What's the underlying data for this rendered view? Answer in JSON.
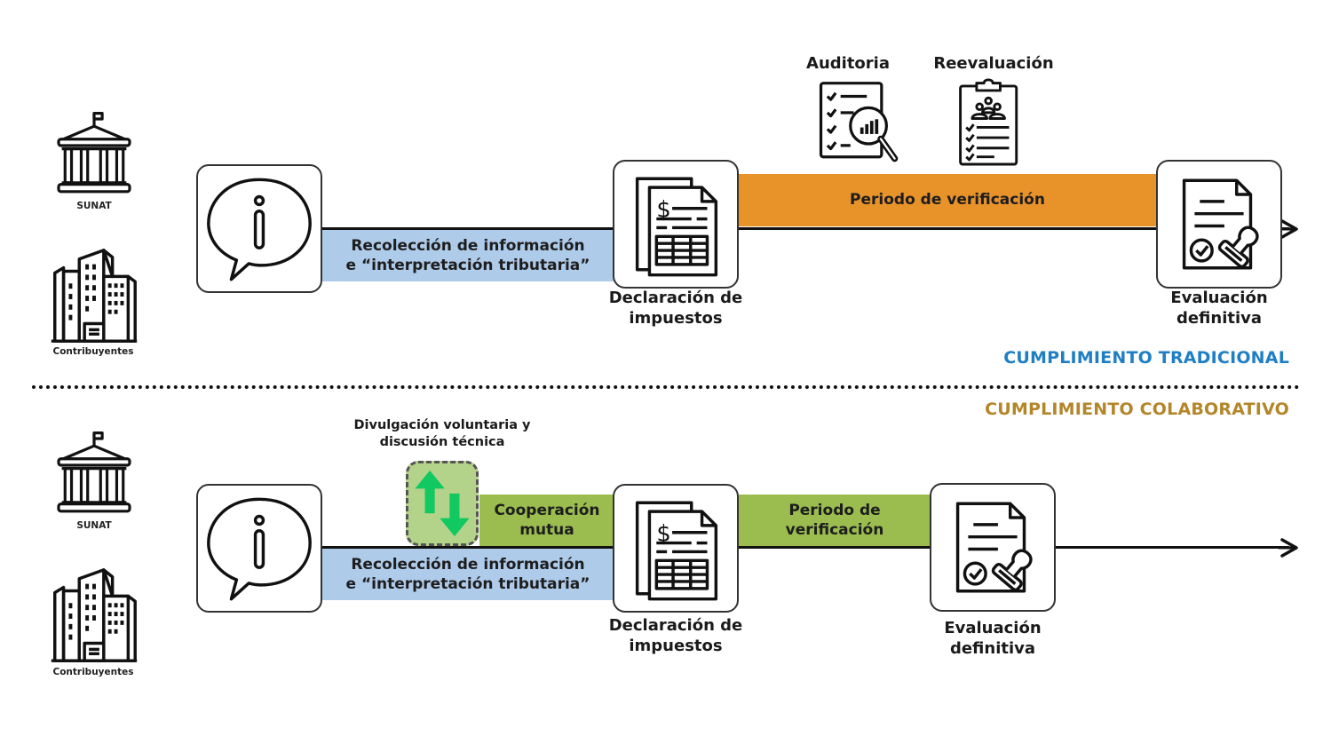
{
  "colors": {
    "info_band": "#aecbea",
    "verification_traditional": "#e8922a",
    "verification_collaborative": "#9bbd4f",
    "cooperation": "#9bbd4f",
    "disclosure_box": "#b3d38a",
    "disclosure_arrows": "#12c860",
    "traditional_title": "#1f7fc4",
    "collaborative_title": "#b4862a"
  },
  "actors": {
    "sunat": "SUNAT",
    "taxpayers": "Contribuyentes"
  },
  "traditional": {
    "title": "CUMPLIMIENTO TRADICIONAL",
    "info_band_line1": "Recolección de información",
    "info_band_line2": "e “interpretación tributaria”",
    "declaration_line1": "Declaración de",
    "declaration_line2": "impuestos",
    "verification_label": "Periodo de verificación",
    "audit_label": "Auditoria",
    "reassessment_label": "Reevaluación",
    "final_line1": "Evaluación",
    "final_line2": "definitiva"
  },
  "collaborative": {
    "title": "CUMPLIMIENTO COLABORATIVO",
    "disclosure_line1": "Divulgación voluntaria y",
    "disclosure_line2": "discusión técnica",
    "cooperation_line1": "Cooperación",
    "cooperation_line2": "mutua",
    "info_band_line1": "Recolección de información",
    "info_band_line2": "e “interpretación tributaria”",
    "declaration_line1": "Declaración de",
    "declaration_line2": "impuestos",
    "verification_line1": "Periodo de",
    "verification_line2": "verificación",
    "final_line1": "Evaluación",
    "final_line2": "definitiva"
  }
}
